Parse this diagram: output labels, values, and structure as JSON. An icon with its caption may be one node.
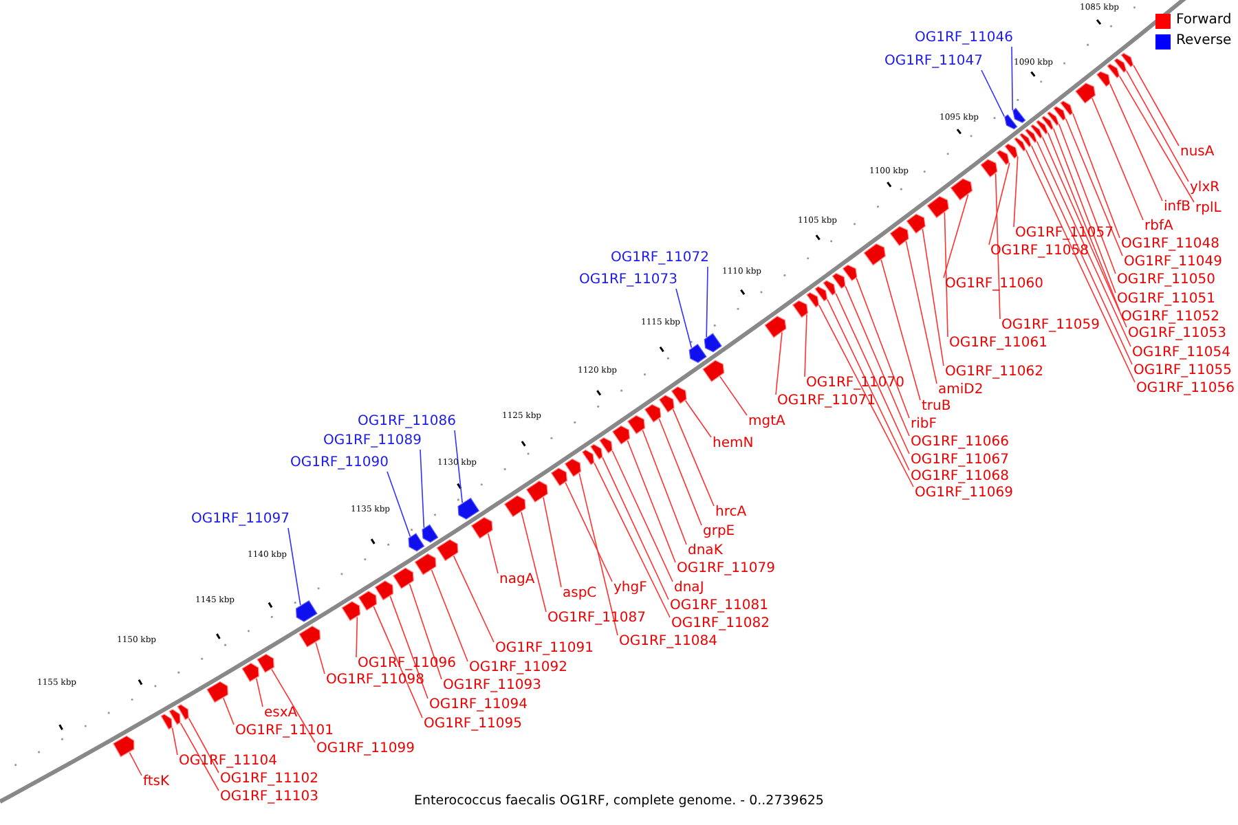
{
  "diagram": {
    "caption": "Enterococcus faecalis OG1RF, complete genome. - 0..2739625",
    "nodes": [
      {
        "text": [
          "OG1RF_11046"
        ]
      },
      {
        "text": [
          "OG1RF_11047"
        ]
      },
      {
        "text": [
          "OG1RF_11072"
        ]
      },
      {
        "text": [
          "OG1RF_11073"
        ]
      },
      {
        "text": [
          "OG1RF_11086"
        ]
      },
      {
        "text": [
          "OG1RF_11089"
        ]
      },
      {
        "text": [
          "OG1RF_11090"
        ]
      },
      {
        "text": [
          "OG1RF_11097"
        ]
      },
      {
        "text": [
          "nusA"
        ]
      },
      {
        "text": [
          "ylxR"
        ]
      },
      {
        "text": [
          "rplL"
        ]
      },
      {
        "text": [
          "infB"
        ]
      },
      {
        "text": [
          "rbfA"
        ]
      },
      {
        "text": [
          "OG1RF_11048"
        ]
      },
      {
        "text": [
          "OG1RF_11049"
        ]
      },
      {
        "text": [
          "OG1RF_11050"
        ]
      },
      {
        "text": [
          "OG1RF_11051"
        ]
      },
      {
        "text": [
          "OG1RF_11052"
        ]
      },
      {
        "text": [
          "OG1RF_11053"
        ]
      },
      {
        "text": [
          "OG1RF_11054"
        ]
      },
      {
        "text": [
          "OG1RF_11055"
        ]
      },
      {
        "text": [
          "OG1RF_11056"
        ]
      },
      {
        "text": [
          "OG1RF_11057"
        ]
      },
      {
        "text": [
          "OG1RF_11058"
        ]
      },
      {
        "text": [
          "OG1RF_11059"
        ]
      },
      {
        "text": [
          "OG1RF_11060"
        ]
      },
      {
        "text": [
          "OG1RF_11061"
        ]
      },
      {
        "text": [
          "OG1RF_11062"
        ]
      },
      {
        "text": [
          "amiD2"
        ]
      },
      {
        "text": [
          "truB"
        ]
      },
      {
        "text": [
          "ribF"
        ]
      },
      {
        "text": [
          "OG1RF_11066"
        ]
      },
      {
        "text": [
          "OG1RF_11067"
        ]
      },
      {
        "text": [
          "OG1RF_11068"
        ]
      },
      {
        "text": [
          "OG1RF_11069"
        ]
      },
      {
        "text": [
          "OG1RF_11070"
        ]
      },
      {
        "text": [
          "OG1RF_11071"
        ]
      },
      {
        "text": [
          "mgtA"
        ]
      },
      {
        "text": [
          "hemN"
        ]
      },
      {
        "text": [
          "hrcA"
        ]
      },
      {
        "text": [
          "grpE"
        ]
      },
      {
        "text": [
          "dnaK"
        ]
      },
      {
        "text": [
          "OG1RF_11079"
        ]
      },
      {
        "text": [
          "dnaJ"
        ]
      },
      {
        "text": [
          "OG1RF_11081"
        ]
      },
      {
        "text": [
          "OG1RF_11082"
        ]
      },
      {
        "text": [
          "OG1RF_11084"
        ]
      },
      {
        "text": [
          "yhgF"
        ]
      },
      {
        "text": [
          "aspC"
        ]
      },
      {
        "text": [
          "OG1RF_11087"
        ]
      },
      {
        "text": [
          "nagA"
        ]
      },
      {
        "text": [
          "OG1RF_11091"
        ]
      },
      {
        "text": [
          "OG1RF_11092"
        ]
      },
      {
        "text": [
          "OG1RF_11093"
        ]
      },
      {
        "text": [
          "OG1RF_11094"
        ]
      },
      {
        "text": [
          "OG1RF_11095"
        ]
      },
      {
        "text": [
          "OG1RF_11096"
        ]
      },
      {
        "text": [
          "OG1RF_11098"
        ]
      },
      {
        "text": [
          "OG1RF_11099"
        ]
      },
      {
        "text": [
          "esxA"
        ]
      },
      {
        "text": [
          "OG1RF_11101"
        ]
      },
      {
        "text": [
          "OG1RF_11102"
        ]
      },
      {
        "text": [
          "OG1RF_11103"
        ]
      },
      {
        "text": [
          "OG1RF_11104"
        ]
      },
      {
        "text": [
          "ftsK"
        ]
      },
      {
        "text": [],
        "shape": "bar"
      },
      {
        "text": [],
        "shape": "bar"
      },
      {
        "text": [],
        "shape": "bar"
      },
      {
        "text": [],
        "shape": "bar"
      },
      {
        "text": [],
        "shape": "bar"
      },
      {
        "text": [],
        "shape": "bar"
      },
      {
        "text": [],
        "shape": "bar"
      },
      {
        "text": [],
        "shape": "bar"
      },
      {
        "text": [],
        "shape": "bar"
      },
      {
        "text": [],
        "shape": "bar"
      },
      {
        "text": [],
        "shape": "bar"
      },
      {
        "text": [],
        "shape": "bar"
      },
      {
        "text": [],
        "shape": "bar"
      },
      {
        "text": [],
        "shape": "bar"
      },
      {
        "text": [],
        "shape": "bar"
      },
      {
        "text": [],
        "shape": "bar"
      },
      {
        "text": [],
        "shape": "bar"
      },
      {
        "text": [],
        "shape": "bar"
      },
      {
        "text": [],
        "shape": "bar"
      },
      {
        "text": [],
        "shape": "bar"
      },
      {
        "text": [],
        "shape": "bar"
      },
      {
        "text": [],
        "shape": "bar"
      },
      {
        "text": [],
        "shape": "bar"
      },
      {
        "text": [],
        "shape": "bar"
      },
      {
        "text": [],
        "shape": "bar"
      },
      {
        "text": [],
        "shape": "bar"
      },
      {
        "text": [],
        "shape": "bar"
      },
      {
        "text": [],
        "shape": "bar"
      },
      {
        "text": [],
        "shape": "bar"
      },
      {
        "text": [],
        "shape": "bar"
      },
      {
        "text": [],
        "shape": "bar"
      },
      {
        "text": [],
        "shape": "bar"
      },
      {
        "text": [],
        "shape": "bar"
      },
      {
        "text": [],
        "shape": "bar"
      },
      {
        "text": [],
        "shape": "bar"
      },
      {
        "text": [],
        "shape": "bar"
      },
      {
        "text": [],
        "shape": "bar"
      },
      {
        "text": [],
        "shape": "bar"
      },
      {
        "text": [],
        "shape": "bar"
      },
      {
        "text": [],
        "shape": "bar"
      },
      {
        "text": [],
        "shape": "bar"
      },
      {
        "text": [],
        "shape": "bar"
      },
      {
        "text": [],
        "shape": "bar"
      },
      {
        "text": [],
        "shape": "bar"
      },
      {
        "text": [],
        "shape": "bar"
      },
      {
        "text": [],
        "shape": "bar"
      },
      {
        "text": [],
        "shape": "bar"
      },
      {
        "text": [],
        "shape": "bar"
      },
      {
        "text": [],
        "shape": "bar"
      },
      {
        "text": [],
        "shape": "bar"
      },
      {
        "text": [],
        "shape": "bar"
      },
      {
        "text": [],
        "shape": "bar"
      },
      {
        "text": [],
        "shape": "bar"
      },
      {
        "text": [],
        "shape": "bar"
      },
      {
        "text": [],
        "shape": "bar"
      },
      {
        "text": [],
        "shape": "bar"
      },
      {
        "text": [],
        "shape": "bar"
      },
      {
        "text": [],
        "shape": "bar"
      },
      {
        "text": [],
        "shape": "bar"
      },
      {
        "text": [],
        "shape": "bar"
      },
      {
        "text": [],
        "shape": "bar"
      },
      {
        "text": [],
        "shape": "bar"
      },
      {
        "text": [],
        "shape": "bar"
      },
      {
        "text": [],
        "shape": "bar"
      },
      {
        "text": [],
        "shape": "bar"
      }
    ],
    "edges": [
      {
        "from": 0,
        "to": 118,
        "arrow": "none",
        "color": "#3030ff"
      },
      {
        "from": 1,
        "to": 115,
        "arrow": "none",
        "color": "#3030ff"
      },
      {
        "from": 2,
        "to": 98,
        "arrow": "none",
        "color": "#3030ff"
      },
      {
        "from": 3,
        "to": 96,
        "arrow": "none",
        "color": "#3030ff"
      },
      {
        "from": 4,
        "to": 82,
        "arrow": "none",
        "color": "#3030ff"
      },
      {
        "from": 5,
        "to": 80,
        "arrow": "none",
        "color": "#3030ff"
      },
      {
        "from": 6,
        "to": 79,
        "arrow": "none",
        "color": "#3030ff"
      },
      {
        "from": 7,
        "to": 73,
        "arrow": "none",
        "color": "#3030ff"
      },
      {
        "from": 8,
        "to": 129,
        "arrow": "none"
      },
      {
        "from": 9,
        "to": 128,
        "arrow": "none"
      },
      {
        "from": 10,
        "to": 127,
        "arrow": "none"
      },
      {
        "from": 11,
        "to": 126,
        "arrow": "none"
      },
      {
        "from": 12,
        "to": 125,
        "arrow": "none"
      },
      {
        "from": 13,
        "to": 124,
        "arrow": "none"
      },
      {
        "from": 14,
        "to": 123,
        "arrow": "none"
      },
      {
        "from": 15,
        "to": 122,
        "arrow": "none"
      },
      {
        "from": 16,
        "to": 121,
        "arrow": "none"
      },
      {
        "from": 17,
        "to": 120,
        "arrow": "none"
      },
      {
        "from": 18,
        "to": 119,
        "arrow": "none"
      },
      {
        "from": 19,
        "to": 117,
        "arrow": "none"
      },
      {
        "from": 20,
        "to": 116,
        "arrow": "none"
      },
      {
        "from": 21,
        "to": 114,
        "arrow": "none"
      },
      {
        "from": 22,
        "to": 113,
        "arrow": "none"
      },
      {
        "from": 23,
        "to": 112,
        "arrow": "none"
      },
      {
        "from": 24,
        "to": 111,
        "arrow": "none"
      },
      {
        "from": 25,
        "to": 110,
        "arrow": "none"
      },
      {
        "from": 26,
        "to": 109,
        "arrow": "none"
      },
      {
        "from": 27,
        "to": 108,
        "arrow": "none"
      },
      {
        "from": 28,
        "to": 107,
        "arrow": "none"
      },
      {
        "from": 29,
        "to": 106,
        "arrow": "none"
      },
      {
        "from": 30,
        "to": 105,
        "arrow": "none"
      },
      {
        "from": 31,
        "to": 104,
        "arrow": "none"
      },
      {
        "from": 32,
        "to": 103,
        "arrow": "none"
      },
      {
        "from": 33,
        "to": 102,
        "arrow": "none"
      },
      {
        "from": 34,
        "to": 101,
        "arrow": "none"
      },
      {
        "from": 35,
        "to": 100,
        "arrow": "none"
      },
      {
        "from": 36,
        "to": 99,
        "arrow": "none"
      },
      {
        "from": 37,
        "to": 97,
        "arrow": "none"
      },
      {
        "from": 38,
        "to": 95,
        "arrow": "none"
      },
      {
        "from": 39,
        "to": 94,
        "arrow": "none"
      },
      {
        "from": 40,
        "to": 93,
        "arrow": "none"
      },
      {
        "from": 41,
        "to": 92,
        "arrow": "none"
      },
      {
        "from": 42,
        "to": 91,
        "arrow": "none"
      },
      {
        "from": 43,
        "to": 90,
        "arrow": "none"
      },
      {
        "from": 44,
        "to": 89,
        "arrow": "none"
      },
      {
        "from": 45,
        "to": 88,
        "arrow": "none"
      },
      {
        "from": 46,
        "to": 87,
        "arrow": "none"
      },
      {
        "from": 47,
        "to": 86,
        "arrow": "none"
      },
      {
        "from": 48,
        "to": 85,
        "arrow": "none"
      },
      {
        "from": 49,
        "to": 84,
        "arrow": "none"
      },
      {
        "from": 50,
        "to": 83,
        "arrow": "none"
      },
      {
        "from": 51,
        "to": 81,
        "arrow": "none"
      },
      {
        "from": 52,
        "to": 78,
        "arrow": "none"
      },
      {
        "from": 53,
        "to": 77,
        "arrow": "none"
      },
      {
        "from": 54,
        "to": 76,
        "arrow": "none"
      },
      {
        "from": 55,
        "to": 75,
        "arrow": "none"
      },
      {
        "from": 56,
        "to": 74,
        "arrow": "none"
      },
      {
        "from": 57,
        "to": 72,
        "arrow": "none"
      },
      {
        "from": 58,
        "to": 71,
        "arrow": "none"
      },
      {
        "from": 59,
        "to": 70,
        "arrow": "none"
      },
      {
        "from": 60,
        "to": 69,
        "arrow": "none"
      },
      {
        "from": 61,
        "to": 68,
        "arrow": "none"
      },
      {
        "from": 62,
        "to": 67,
        "arrow": "none"
      },
      {
        "from": 63,
        "to": 66,
        "arrow": "none"
      },
      {
        "from": 64,
        "to": 65,
        "arrow": "none"
      }
    ],
    "labels": [
      "1085 kbp",
      "1090 kbp",
      "1095 kbp",
      "1100 kbp",
      "1105 kbp",
      "1110 kbp",
      "1115 kbp",
      "1120 kbp",
      "1125 kbp",
      "1130 kbp",
      "1135 kbp",
      "1140 kbp",
      "1145 kbp",
      "1150 kbp",
      "1155 kbp"
    ],
    "legend": [
      {
        "text": "Forward",
        "color": "#ff0000"
      },
      {
        "text": "Reverse",
        "color": "#0000ff"
      }
    ]
  }
}
